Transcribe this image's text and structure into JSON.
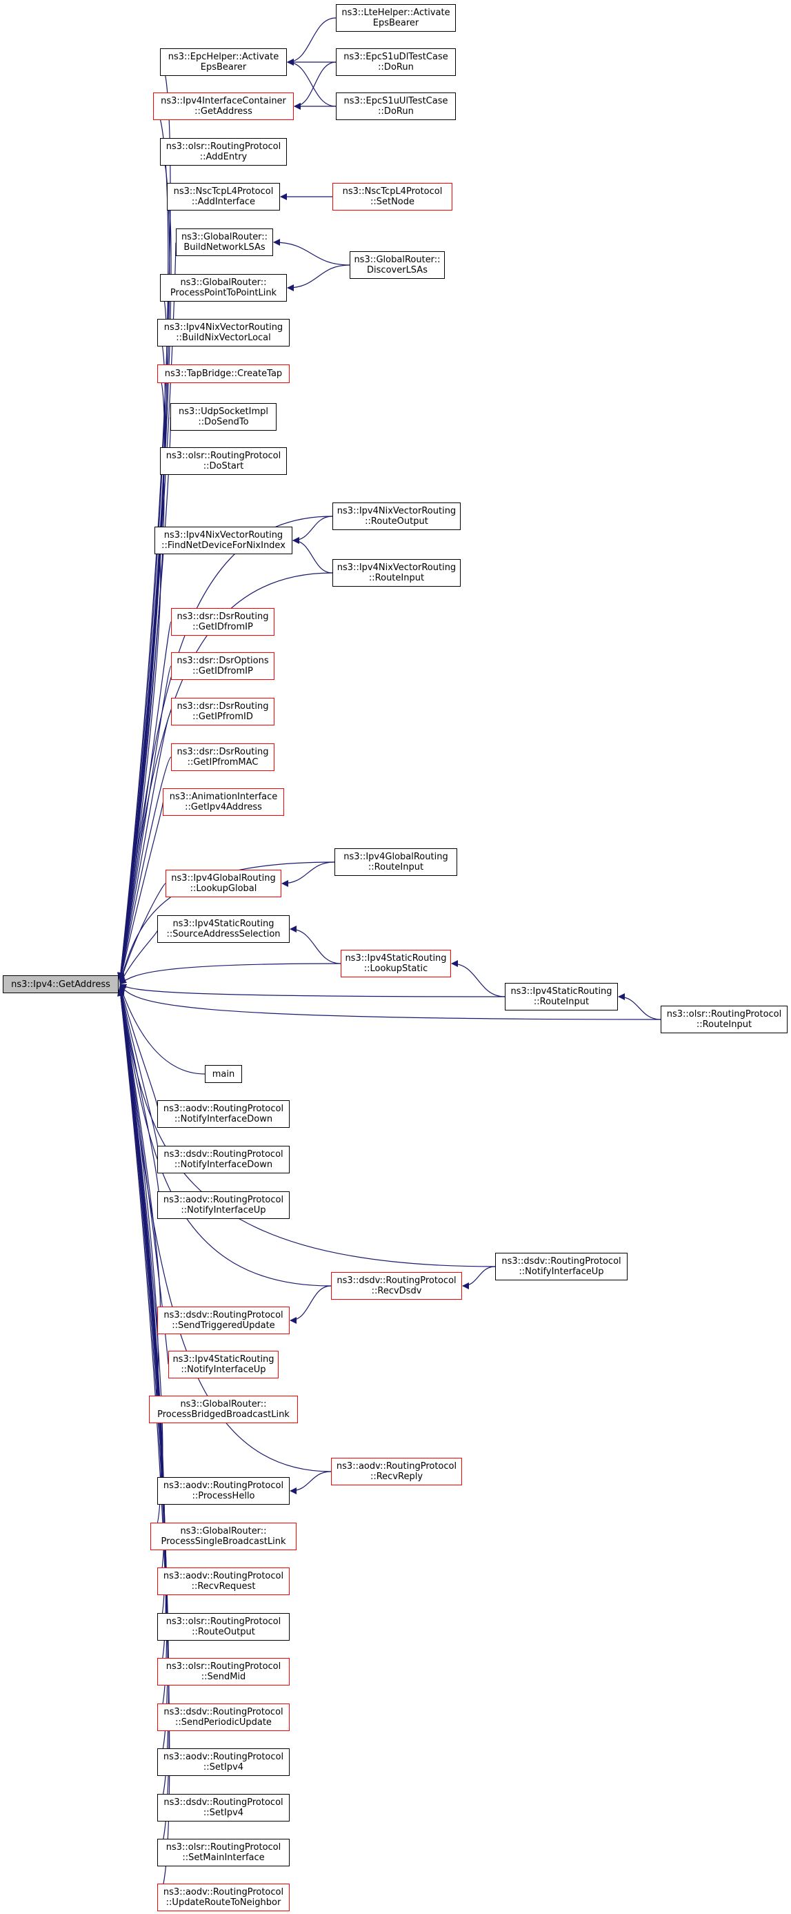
{
  "colors": {
    "edge": "#191970",
    "linked_border": "#000000",
    "truncated_border": "#ff0000",
    "root_fill": "#bfbfbf"
  },
  "root": {
    "id": "root",
    "lines": [
      "ns3::Ipv4::GetAddress"
    ]
  },
  "nodes": [
    {
      "id": "epc_activate",
      "lines": [
        "ns3::EpcHelper::Activate",
        "EpsBearer"
      ],
      "truncated": false
    },
    {
      "id": "lte_activate",
      "lines": [
        "ns3::LteHelper::Activate",
        "EpsBearer"
      ],
      "truncated": false
    },
    {
      "id": "s1udl",
      "lines": [
        "ns3::EpcS1uDlTestCase",
        "::DoRun"
      ],
      "truncated": false
    },
    {
      "id": "s1uul",
      "lines": [
        "ns3::EpcS1uUlTestCase",
        "::DoRun"
      ],
      "truncated": false
    },
    {
      "id": "ifcont_getaddr",
      "lines": [
        "ns3::Ipv4InterfaceContainer",
        "::GetAddress"
      ],
      "truncated": true
    },
    {
      "id": "olsr_addentry",
      "lines": [
        "ns3::olsr::RoutingProtocol",
        "::AddEntry"
      ],
      "truncated": false
    },
    {
      "id": "nsc_addif",
      "lines": [
        "ns3::NscTcpL4Protocol",
        "::AddInterface"
      ],
      "truncated": false
    },
    {
      "id": "nsc_setnode",
      "lines": [
        "ns3::NscTcpL4Protocol",
        "::SetNode"
      ],
      "truncated": true
    },
    {
      "id": "gr_buildnet",
      "lines": [
        "ns3::GlobalRouter::",
        "BuildNetworkLSAs"
      ],
      "truncated": false
    },
    {
      "id": "gr_discover",
      "lines": [
        "ns3::GlobalRouter::",
        "DiscoverLSAs"
      ],
      "truncated": false
    },
    {
      "id": "gr_p2p",
      "lines": [
        "ns3::GlobalRouter::",
        "ProcessPointToPointLink"
      ],
      "truncated": false
    },
    {
      "id": "nix_buildlocal",
      "lines": [
        "ns3::Ipv4NixVectorRouting",
        "::BuildNixVectorLocal"
      ],
      "truncated": false
    },
    {
      "id": "tap_createtap",
      "lines": [
        "ns3::TapBridge::CreateTap"
      ],
      "truncated": true
    },
    {
      "id": "udp_dosendto",
      "lines": [
        "ns3::UdpSocketImpl",
        "::DoSendTo"
      ],
      "truncated": false
    },
    {
      "id": "olsr_dostart",
      "lines": [
        "ns3::olsr::RoutingProtocol",
        "::DoStart"
      ],
      "truncated": false
    },
    {
      "id": "nix_routeoutput",
      "lines": [
        "ns3::Ipv4NixVectorRouting",
        "::RouteOutput"
      ],
      "truncated": false
    },
    {
      "id": "nix_findnetdev",
      "lines": [
        "ns3::Ipv4NixVectorRouting",
        "::FindNetDeviceForNixIndex"
      ],
      "truncated": false
    },
    {
      "id": "nix_routeinput",
      "lines": [
        "ns3::Ipv4NixVectorRouting",
        "::RouteInput"
      ],
      "truncated": false
    },
    {
      "id": "dsr_getidfromip",
      "lines": [
        "ns3::dsr::DsrRouting",
        "::GetIDfromIP"
      ],
      "truncated": true
    },
    {
      "id": "dsropt_getidfromip",
      "lines": [
        "ns3::dsr::DsrOptions",
        "::GetIDfromIP"
      ],
      "truncated": true
    },
    {
      "id": "dsr_getipfromid",
      "lines": [
        "ns3::dsr::DsrRouting",
        "::GetIPfromID"
      ],
      "truncated": true
    },
    {
      "id": "dsr_getipfrommac",
      "lines": [
        "ns3::dsr::DsrRouting",
        "::GetIPfromMAC"
      ],
      "truncated": true
    },
    {
      "id": "anim_getipv4",
      "lines": [
        "ns3::AnimationInterface",
        "::GetIpv4Address"
      ],
      "truncated": true
    },
    {
      "id": "glob_routeinput",
      "lines": [
        "ns3::Ipv4GlobalRouting",
        "::RouteInput"
      ],
      "truncated": false
    },
    {
      "id": "glob_lookup",
      "lines": [
        "ns3::Ipv4GlobalRouting",
        "::LookupGlobal"
      ],
      "truncated": true
    },
    {
      "id": "static_srcaddr",
      "lines": [
        "ns3::Ipv4StaticRouting",
        "::SourceAddressSelection"
      ],
      "truncated": false
    },
    {
      "id": "static_lookup",
      "lines": [
        "ns3::Ipv4StaticRouting",
        "::LookupStatic"
      ],
      "truncated": true
    },
    {
      "id": "static_routeinput",
      "lines": [
        "ns3::Ipv4StaticRouting",
        "::RouteInput"
      ],
      "truncated": false
    },
    {
      "id": "olsr_routeinput",
      "lines": [
        "ns3::olsr::RoutingProtocol",
        "::RouteInput"
      ],
      "truncated": false
    },
    {
      "id": "main",
      "lines": [
        "main"
      ],
      "truncated": false
    },
    {
      "id": "aodv_ifdown",
      "lines": [
        "ns3::aodv::RoutingProtocol",
        "::NotifyInterfaceDown"
      ],
      "truncated": false
    },
    {
      "id": "dsdv_ifdown",
      "lines": [
        "ns3::dsdv::RoutingProtocol",
        "::NotifyInterfaceDown"
      ],
      "truncated": false
    },
    {
      "id": "aodv_ifup",
      "lines": [
        "ns3::aodv::RoutingProtocol",
        "::NotifyInterfaceUp"
      ],
      "truncated": false
    },
    {
      "id": "dsdv_ifup",
      "lines": [
        "ns3::dsdv::RoutingProtocol",
        "::NotifyInterfaceUp"
      ],
      "truncated": false
    },
    {
      "id": "dsdv_recvdsdv",
      "lines": [
        "ns3::dsdv::RoutingProtocol",
        "::RecvDsdv"
      ],
      "truncated": true
    },
    {
      "id": "dsdv_sendtrig",
      "lines": [
        "ns3::dsdv::RoutingProtocol",
        "::SendTriggeredUpdate"
      ],
      "truncated": true
    },
    {
      "id": "static_ifup",
      "lines": [
        "ns3::Ipv4StaticRouting",
        "::NotifyInterfaceUp"
      ],
      "truncated": true
    },
    {
      "id": "gr_bridged",
      "lines": [
        "ns3::GlobalRouter::",
        "ProcessBridgedBroadcastLink"
      ],
      "truncated": true
    },
    {
      "id": "aodv_recvreply",
      "lines": [
        "ns3::aodv::RoutingProtocol",
        "::RecvReply"
      ],
      "truncated": true
    },
    {
      "id": "aodv_prochello",
      "lines": [
        "ns3::aodv::RoutingProtocol",
        "::ProcessHello"
      ],
      "truncated": false
    },
    {
      "id": "gr_single",
      "lines": [
        "ns3::GlobalRouter::",
        "ProcessSingleBroadcastLink"
      ],
      "truncated": true
    },
    {
      "id": "aodv_recvreq",
      "lines": [
        "ns3::aodv::RoutingProtocol",
        "::RecvRequest"
      ],
      "truncated": true
    },
    {
      "id": "olsr_routeoutput",
      "lines": [
        "ns3::olsr::RoutingProtocol",
        "::RouteOutput"
      ],
      "truncated": false
    },
    {
      "id": "olsr_sendmid",
      "lines": [
        "ns3::olsr::RoutingProtocol",
        "::SendMid"
      ],
      "truncated": true
    },
    {
      "id": "dsdv_sendperiodic",
      "lines": [
        "ns3::dsdv::RoutingProtocol",
        "::SendPeriodicUpdate"
      ],
      "truncated": true
    },
    {
      "id": "aodv_setipv4",
      "lines": [
        "ns3::aodv::RoutingProtocol",
        "::SetIpv4"
      ],
      "truncated": false
    },
    {
      "id": "dsdv_setipv4",
      "lines": [
        "ns3::dsdv::RoutingProtocol",
        "::SetIpv4"
      ],
      "truncated": false
    },
    {
      "id": "olsr_setmainif",
      "lines": [
        "ns3::olsr::RoutingProtocol",
        "::SetMainInterface"
      ],
      "truncated": false
    },
    {
      "id": "aodv_updroute",
      "lines": [
        "ns3::aodv::RoutingProtocol",
        "::UpdateRouteToNeighbor"
      ],
      "truncated": true
    }
  ],
  "edges": [
    [
      "epc_activate",
      "root"
    ],
    [
      "ifcont_getaddr",
      "root"
    ],
    [
      "olsr_addentry",
      "root"
    ],
    [
      "nsc_addif",
      "root"
    ],
    [
      "gr_buildnet",
      "root"
    ],
    [
      "gr_p2p",
      "root"
    ],
    [
      "nix_buildlocal",
      "root"
    ],
    [
      "tap_createtap",
      "root"
    ],
    [
      "udp_dosendto",
      "root"
    ],
    [
      "olsr_dostart",
      "root"
    ],
    [
      "nix_routeoutput",
      "root"
    ],
    [
      "nix_findnetdev",
      "root"
    ],
    [
      "nix_routeinput",
      "root"
    ],
    [
      "dsr_getidfromip",
      "root"
    ],
    [
      "dsropt_getidfromip",
      "root"
    ],
    [
      "dsr_getipfromid",
      "root"
    ],
    [
      "dsr_getipfrommac",
      "root"
    ],
    [
      "anim_getipv4",
      "root"
    ],
    [
      "glob_routeinput",
      "root"
    ],
    [
      "glob_lookup",
      "root"
    ],
    [
      "static_srcaddr",
      "root"
    ],
    [
      "static_lookup",
      "root"
    ],
    [
      "static_routeinput",
      "root"
    ],
    [
      "olsr_routeinput",
      "root"
    ],
    [
      "main",
      "root"
    ],
    [
      "aodv_ifdown",
      "root"
    ],
    [
      "dsdv_ifdown",
      "root"
    ],
    [
      "aodv_ifup",
      "root"
    ],
    [
      "dsdv_ifup",
      "root"
    ],
    [
      "dsdv_recvdsdv",
      "root"
    ],
    [
      "dsdv_sendtrig",
      "root"
    ],
    [
      "static_ifup",
      "root"
    ],
    [
      "gr_bridged",
      "root"
    ],
    [
      "aodv_recvreply",
      "root"
    ],
    [
      "aodv_prochello",
      "root"
    ],
    [
      "gr_single",
      "root"
    ],
    [
      "aodv_recvreq",
      "root"
    ],
    [
      "olsr_routeoutput",
      "root"
    ],
    [
      "olsr_sendmid",
      "root"
    ],
    [
      "dsdv_sendperiodic",
      "root"
    ],
    [
      "aodv_setipv4",
      "root"
    ],
    [
      "dsdv_setipv4",
      "root"
    ],
    [
      "olsr_setmainif",
      "root"
    ],
    [
      "aodv_updroute",
      "root"
    ],
    [
      "lte_activate",
      "epc_activate"
    ],
    [
      "s1udl",
      "epc_activate"
    ],
    [
      "s1uul",
      "epc_activate"
    ],
    [
      "s1udl",
      "ifcont_getaddr"
    ],
    [
      "s1uul",
      "ifcont_getaddr"
    ],
    [
      "nsc_setnode",
      "nsc_addif"
    ],
    [
      "gr_discover",
      "gr_buildnet"
    ],
    [
      "gr_discover",
      "gr_p2p"
    ],
    [
      "nix_routeoutput",
      "nix_findnetdev"
    ],
    [
      "nix_routeinput",
      "nix_findnetdev"
    ],
    [
      "glob_routeinput",
      "glob_lookup"
    ],
    [
      "static_lookup",
      "static_srcaddr"
    ],
    [
      "static_routeinput",
      "static_lookup"
    ],
    [
      "olsr_routeinput",
      "static_routeinput"
    ],
    [
      "dsdv_ifup",
      "dsdv_recvdsdv"
    ],
    [
      "dsdv_recvdsdv",
      "dsdv_sendtrig"
    ],
    [
      "aodv_recvreply",
      "aodv_prochello"
    ]
  ]
}
